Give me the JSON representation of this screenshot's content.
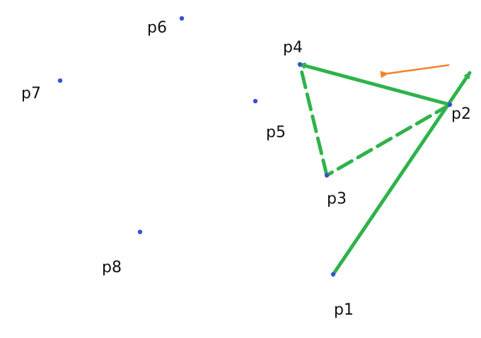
{
  "diagram": {
    "colors": {
      "background": "#ffffff",
      "point": "#3b4fd6",
      "path": "#2eb34a",
      "indicator": "#f5822a",
      "label": "#111111"
    },
    "points": [
      {
        "id": "p1",
        "label": "p1"
      },
      {
        "id": "p2",
        "label": "p2"
      },
      {
        "id": "p3",
        "label": "p3"
      },
      {
        "id": "p4",
        "label": "p4"
      },
      {
        "id": "p5",
        "label": "p5"
      },
      {
        "id": "p6",
        "label": "p6"
      },
      {
        "id": "p7",
        "label": "p7"
      },
      {
        "id": "p8",
        "label": "p8"
      }
    ],
    "edges": [
      {
        "from": "p1",
        "to": "p2",
        "style": "solid",
        "arrow": true
      },
      {
        "from": "p2",
        "to": "p4",
        "style": "solid",
        "arrow": true
      },
      {
        "from": "p2",
        "to": "p3",
        "style": "dashed",
        "arrow": false
      },
      {
        "from": "p3",
        "to": "p4",
        "style": "dashed",
        "arrow": false
      }
    ]
  }
}
